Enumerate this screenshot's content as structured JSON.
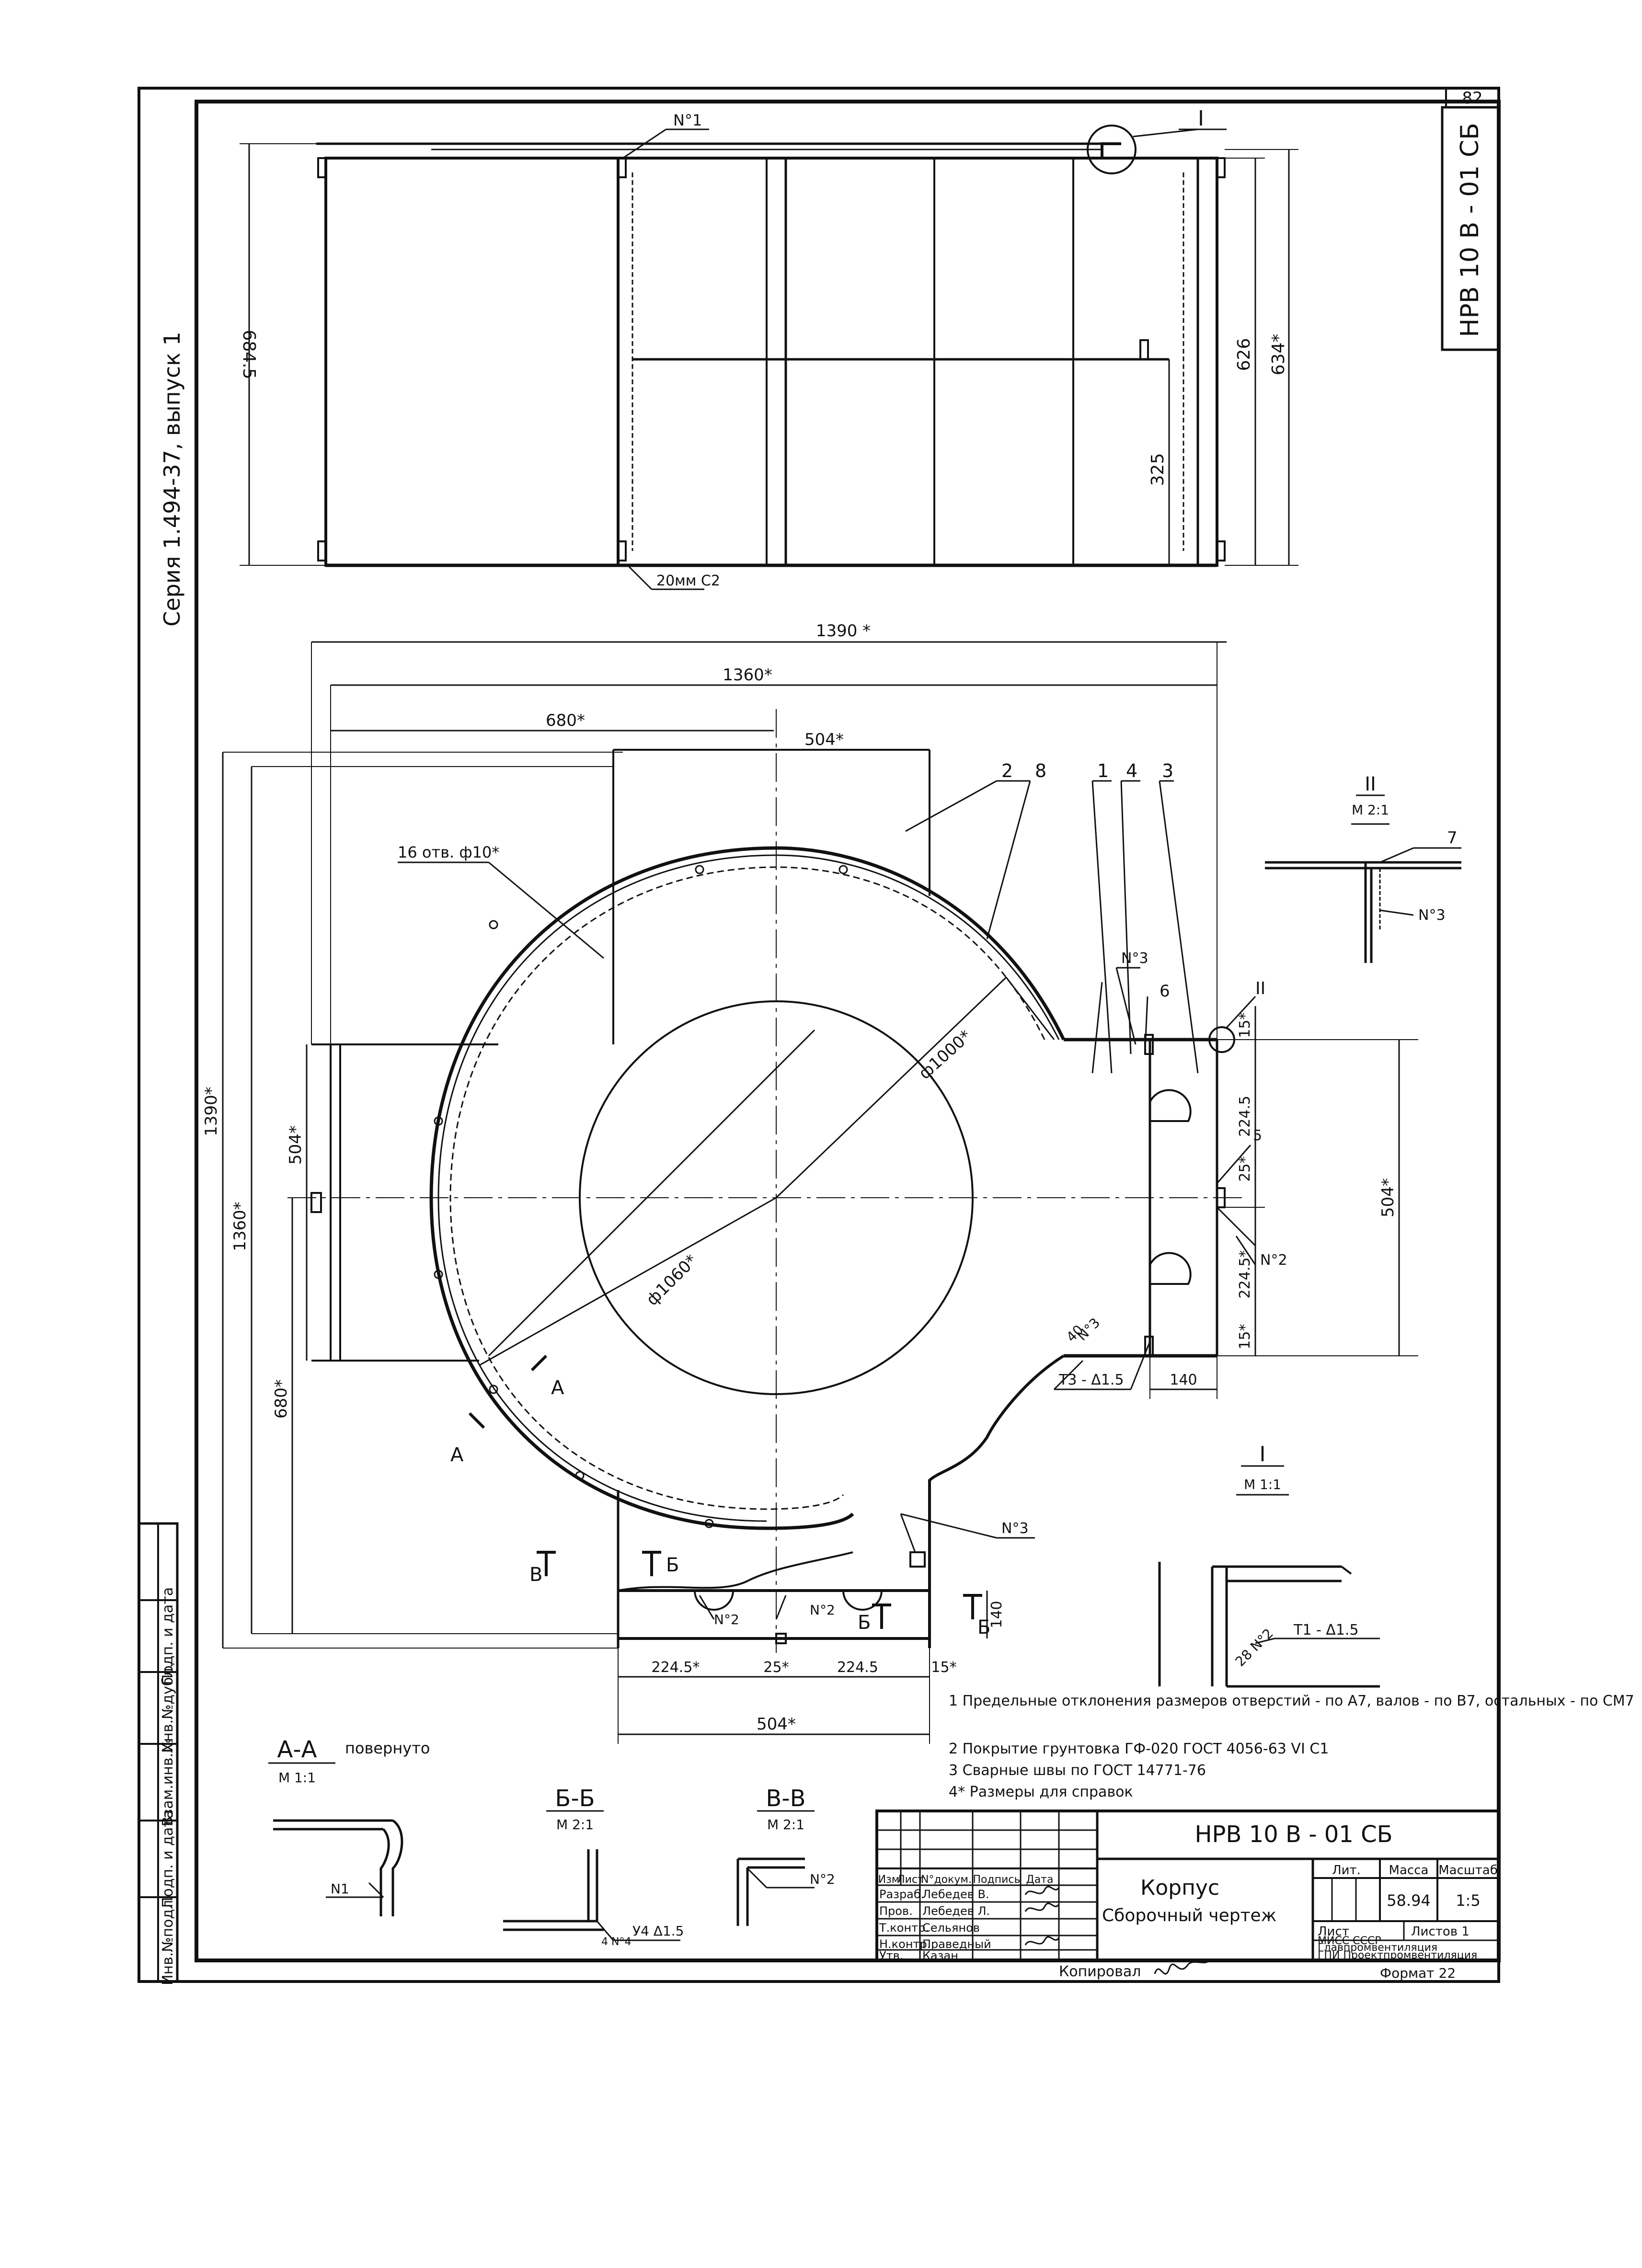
{
  "sheet": {
    "page_number": "82",
    "code_rotated": "HPB 10 B - 01 CБ",
    "series_rotated": "Серия 1.494-37, выпуск 1",
    "format": "Формат 22",
    "copied_by": "Копировал"
  },
  "left_stamp": {
    "cells": [
      "Инв.№подл.",
      "Подп. и дата",
      "Взам.инв.№",
      "Инв.№дубл.",
      "Подп. и дата"
    ]
  },
  "top_view": {
    "callout_n1": "N°1",
    "detail_I": "I",
    "dims": {
      "left_height": "684.5",
      "right_626": "626",
      "right_634": "634*",
      "inner_325": "325"
    },
    "weld_note": "20мм С2"
  },
  "plan_view": {
    "dims": {
      "d1390w": "1390 *",
      "d1360": "1360*",
      "d680top": "680*",
      "d504top": "504*",
      "d1390h": "1390*",
      "d1360h": "1360*",
      "d680left": "680*",
      "d504left": "504*",
      "phi1000": "ф1000*",
      "phi1060": "ф1060*",
      "holes": "16 отв. ф10*",
      "d15a": "15*",
      "d2245a": "224.5",
      "d25a": "25*",
      "d2245b": "224.5*",
      "d15b": "15*",
      "d504right": "504*",
      "d140": "140",
      "d40": "40",
      "d2245c": "224.5*",
      "d25b": "25*",
      "d2245d": "224.5",
      "d15c": "15*",
      "d504bottom": "504*",
      "d140b": "140"
    },
    "positions": [
      "2",
      "8",
      "1",
      "4",
      "3",
      "6",
      "5",
      "7"
    ],
    "weld_labels": [
      "N°3",
      "N°3",
      "N°2",
      "N°3",
      "N°2",
      "N°2"
    ],
    "weld_t3": "Т3 - Δ1.5",
    "detail_II": "II",
    "sections": {
      "A": "А",
      "B": "Б",
      "V": "В"
    }
  },
  "detail_II": {
    "title": "II",
    "scale": "М 2:1",
    "pos": "7",
    "weld": "N°3"
  },
  "detail_I": {
    "title": "I",
    "scale": "М 1:1",
    "weld": "28 N°2",
    "weld_type": "Т1 - Δ1.5"
  },
  "notes": [
    "1 Предельные отклонения размеров отверстий - по A7, валов - по B7, остальных - по СМ7",
    "2 Покрытие грунтовка ГФ-020 ГОСТ 4056-63 VI С1",
    "3 Сварные швы по ГОСТ 14771-76",
    "4* Размеры для справок"
  ],
  "section_AA": {
    "title": "А-А",
    "suffix": "повернуто",
    "scale": "М 1:1",
    "weld": "N1"
  },
  "section_BB": {
    "title": "Б-Б",
    "scale": "М 2:1",
    "weld": "4 N°4",
    "weld_type": "У4 Δ1.5"
  },
  "section_VV": {
    "title": "В-В",
    "scale": "М 2:1",
    "weld": "N°2"
  },
  "title_block": {
    "code": "НРВ 10 В - 01 СБ",
    "name": "Корпус",
    "subtitle": "Сборочный чертеж",
    "col_headers": [
      "Изм",
      "Лист",
      "N°докум.",
      "Подпись",
      "Дата"
    ],
    "rows": [
      {
        "role": "Разраб.",
        "name": "Лебедев В."
      },
      {
        "role": "Пров.",
        "name": "Лебедев Л."
      },
      {
        "role": "Т.контр.",
        "name": "Сельянов"
      },
      {
        "role": "",
        "name": ""
      },
      {
        "role": "Н.контр.",
        "name": "Праведный"
      },
      {
        "role": "Утв.",
        "name": "Казан"
      }
    ],
    "lit_label": "Лит.",
    "mass_label": "Масса",
    "scale_label": "Масштаб",
    "mass": "58.94",
    "scale": "1:5",
    "sheet_label": "Лист",
    "sheets_label": "Листов 1",
    "org1": "МИСС СССР",
    "org2": "Главпромвентиляция",
    "org3": "ГПИ Проектпромвентиляция"
  }
}
